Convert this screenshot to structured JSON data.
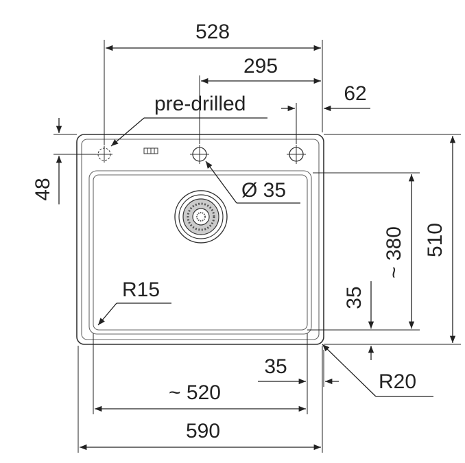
{
  "dimensions": {
    "top_total": "528",
    "top_partial": "295",
    "top_side": "62",
    "predrilled_label": "pre-drilled",
    "left_height": "48",
    "hole_diameter": "Ø 35",
    "inner_height": "~ 380",
    "outer_height": "510",
    "bottom_gap_vertical": "35",
    "inner_radius": "R15",
    "outer_radius": "R20",
    "bottom_gap_horizontal": "35",
    "inner_width": "~ 520",
    "outer_width": "590"
  },
  "colors": {
    "line": "#222222",
    "sink_outline": "#333333",
    "bowl_outline": "#666666",
    "drain_fill": "#cccccc"
  }
}
